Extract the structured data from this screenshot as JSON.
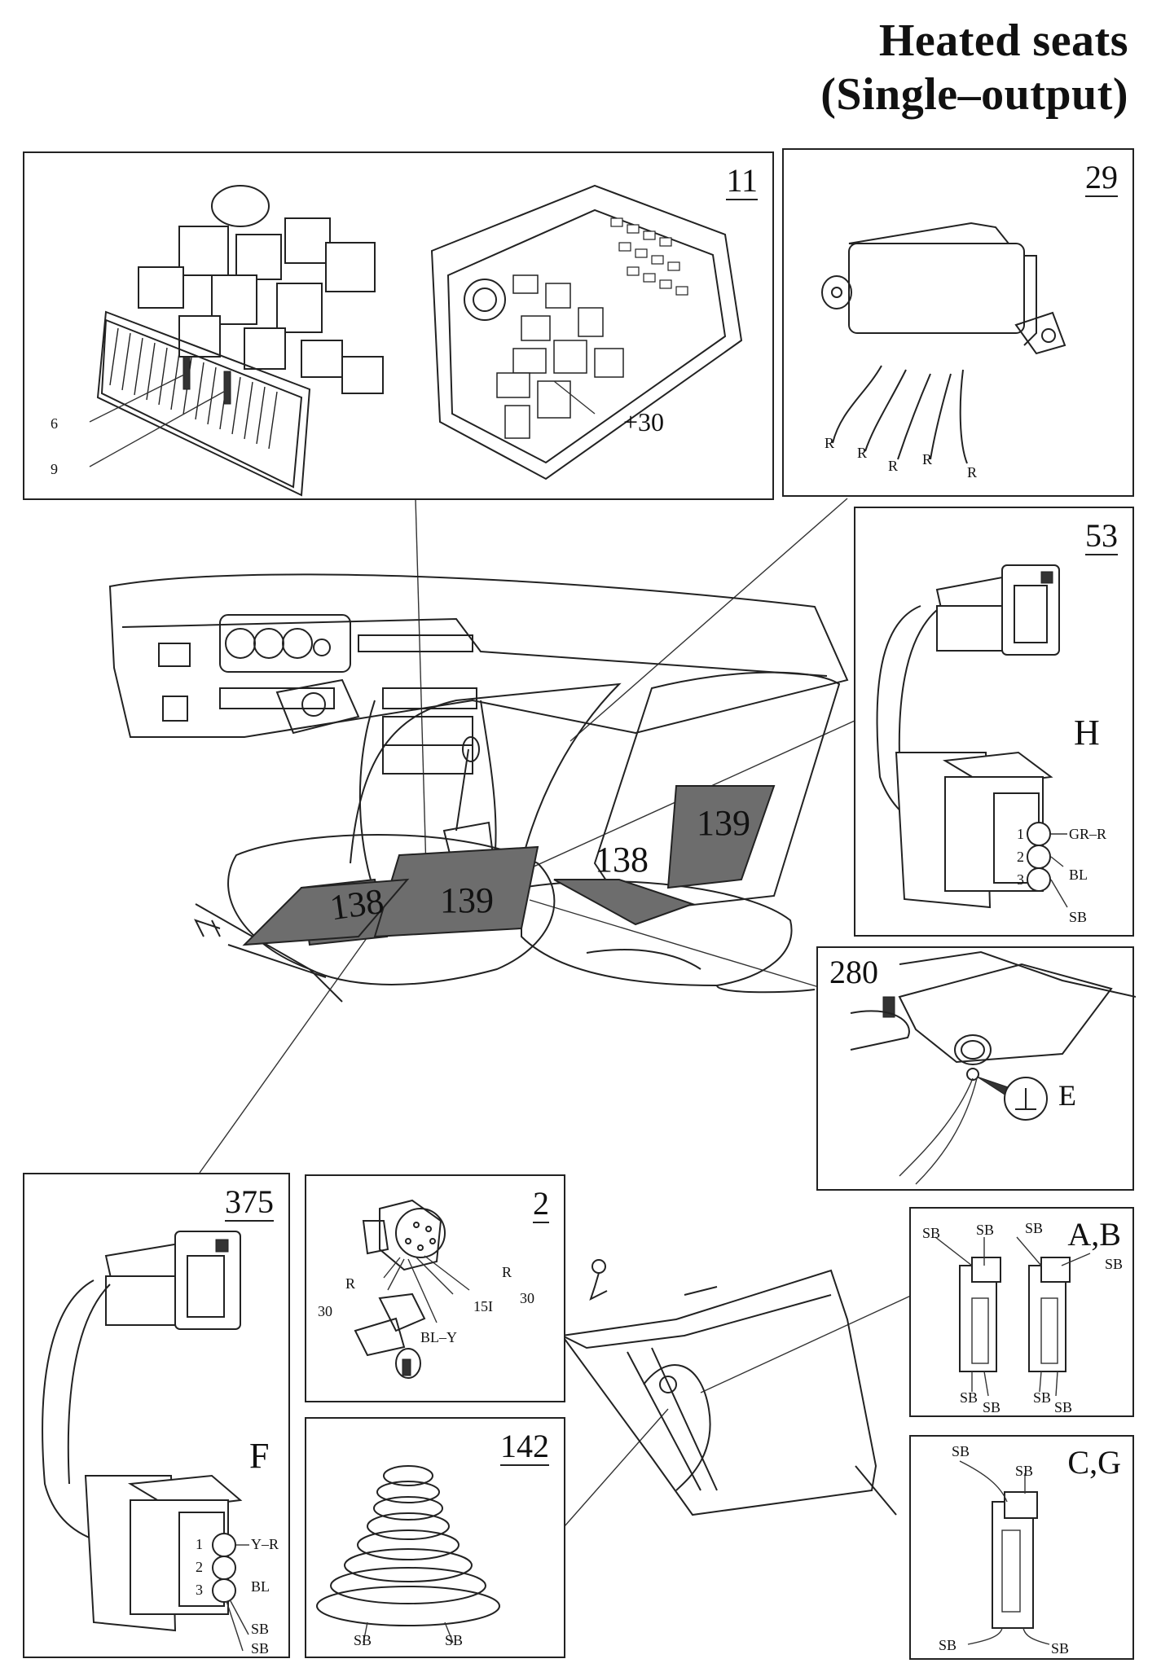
{
  "title": {
    "line1": "Heated seats",
    "line2": "(Single–output)"
  },
  "panels": {
    "p11": {
      "number": "11",
      "callouts": [
        "6",
        "9",
        "+30"
      ]
    },
    "p29": {
      "number": "29",
      "wires": [
        "R",
        "R",
        "R",
        "R",
        "R"
      ]
    },
    "p53": {
      "number": "53",
      "connector": "H",
      "pins": [
        "1",
        "2",
        "3"
      ],
      "wires": [
        "GR–R",
        "BL",
        "SB"
      ]
    },
    "p280": {
      "number": "280",
      "ground": "E"
    },
    "p375": {
      "number": "375",
      "connector": "F",
      "pins": [
        "1",
        "2",
        "3"
      ],
      "wires": [
        "Y–R",
        "BL",
        "SB",
        "SB"
      ]
    },
    "p2": {
      "number": "2",
      "labels": [
        "R",
        "30",
        "R",
        "30",
        "15I",
        "BL–Y"
      ]
    },
    "p142": {
      "number": "142",
      "wires": [
        "SB",
        "SB"
      ]
    },
    "pAB": {
      "connector": "A,B",
      "wires_top": [
        "SB",
        "SB",
        "SB",
        "SB"
      ],
      "wires_bottom": [
        "SB",
        "SB",
        "SB",
        "SB"
      ]
    },
    "pCG": {
      "connector": "C,G",
      "wires_top": [
        "SB",
        "SB"
      ],
      "wires_bottom": [
        "SB",
        "SB"
      ]
    }
  },
  "overview": {
    "callouts": [
      "138",
      "139",
      "138",
      "139"
    ]
  }
}
